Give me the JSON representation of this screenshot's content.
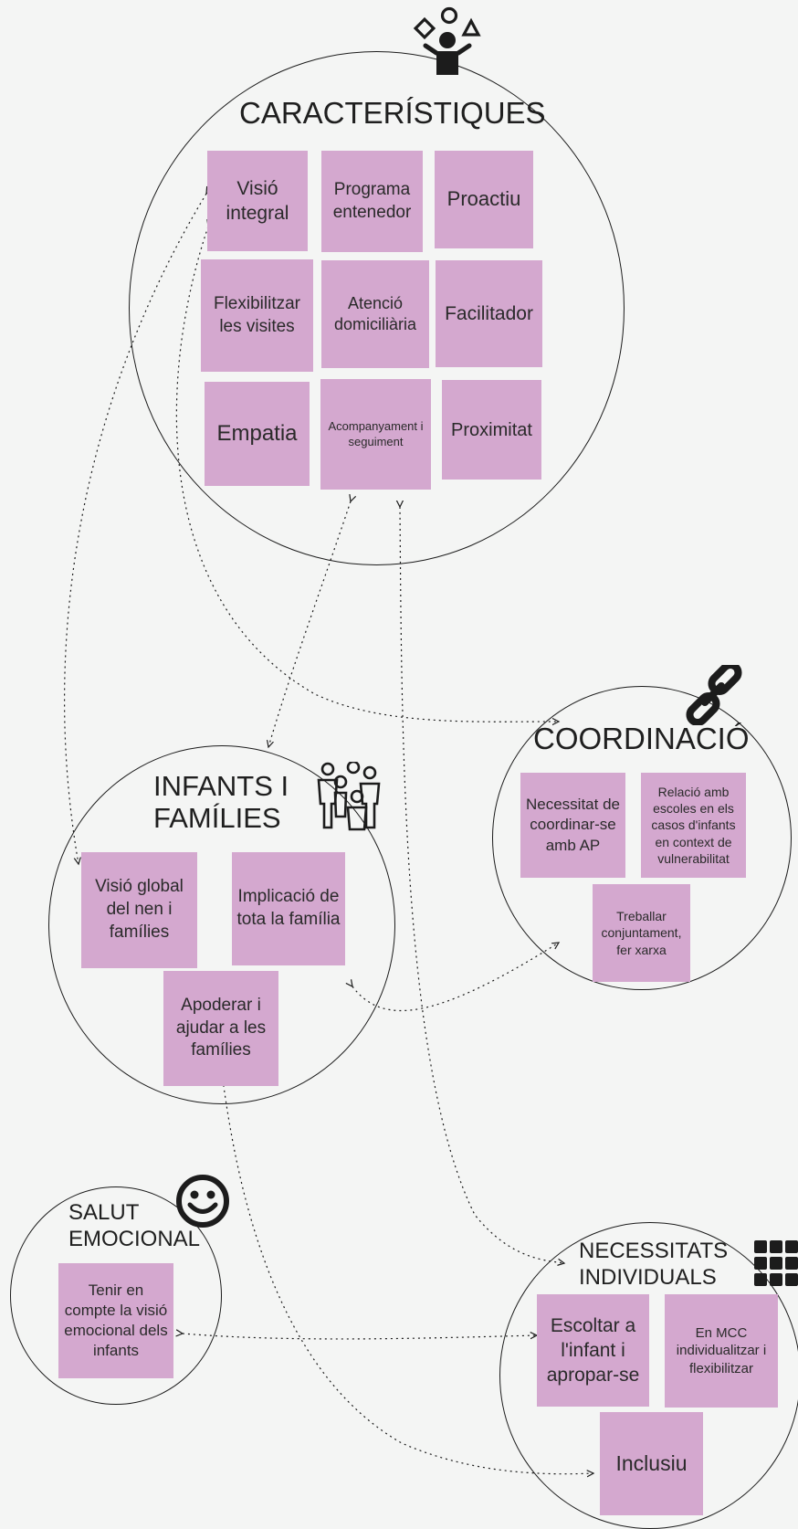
{
  "colors": {
    "background": "#f4f5f4",
    "note": "#d4a8cf",
    "line": "#1c1c1c"
  },
  "clusters": {
    "caracteristiques": {
      "title": "CARACTERÍSTIQUES",
      "icon": "juggler-icon",
      "notes": [
        "Visió integral",
        "Programa entenedor",
        "Proactiu",
        "Flexibilitzar les visites",
        "Atenció domiciliària",
        "Facilitador",
        "Empatia",
        "Acompanyament i seguiment",
        "Proximitat"
      ]
    },
    "coordinacio": {
      "title": "COORDINACIÓ",
      "icon": "chain-link-icon",
      "notes": [
        "Necessitat de coordinar-se amb AP",
        "Relació amb escoles en els casos d'infants en context de vulnerabilitat",
        "Treballar conjuntament, fer xarxa"
      ]
    },
    "infants": {
      "title": "INFANTS I FAMÍLIES",
      "icon": "family-icon",
      "notes": [
        "Visió global del nen i famílies",
        "Implicació de tota la família",
        "Apoderar i ajudar a les famílies"
      ]
    },
    "salut": {
      "title": "SALUT EMOCIONAL",
      "icon": "smiley-icon",
      "notes": [
        "Tenir en compte la visió emocional dels infants"
      ]
    },
    "necessitats": {
      "title": "NECESSITATS INDIVIDUALS",
      "icon": "grid-icon",
      "notes": [
        "Escoltar a l'infant i apropar-se",
        "En MCC individualitzar i flexibilitzar",
        "Inclusiu"
      ]
    }
  }
}
